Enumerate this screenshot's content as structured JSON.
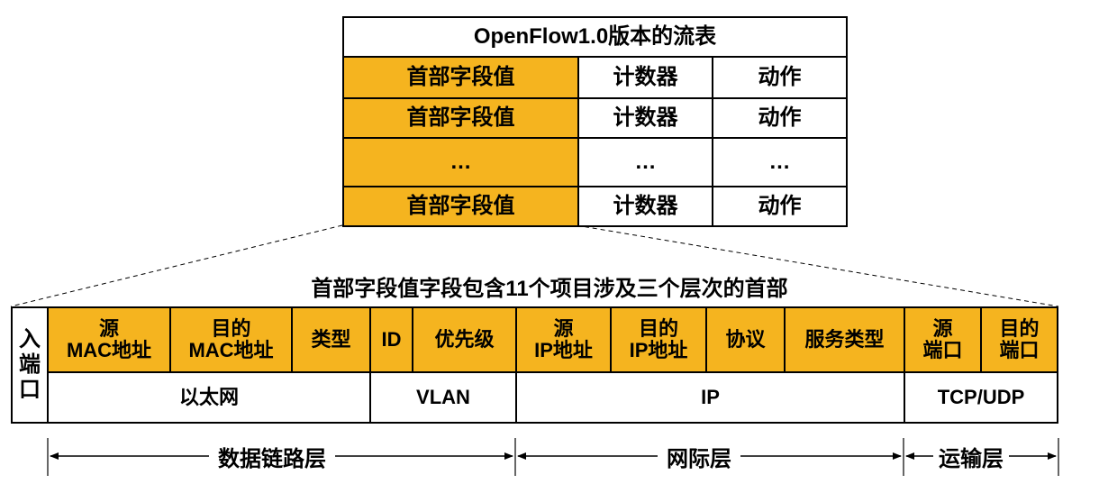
{
  "flow_table": {
    "title": "OpenFlow1.0版本的流表",
    "rows": [
      {
        "header": "首部字段值",
        "counter": "计数器",
        "action": "动作"
      },
      {
        "header": "首部字段值",
        "counter": "计数器",
        "action": "动作"
      },
      {
        "header": "…",
        "counter": "…",
        "action": "…"
      },
      {
        "header": "首部字段值",
        "counter": "计数器",
        "action": "动作"
      }
    ]
  },
  "header_fields": {
    "caption": "首部字段值字段包含11个项目涉及三个层次的首部",
    "in_port": "入端口",
    "fields": [
      {
        "line1": "源",
        "line2": "MAC地址"
      },
      {
        "line1": "目的",
        "line2": "MAC地址"
      },
      {
        "line1": "类型",
        "line2": ""
      },
      {
        "line1": "ID",
        "line2": ""
      },
      {
        "line1": "优先级",
        "line2": ""
      },
      {
        "line1": "源",
        "line2": "IP地址"
      },
      {
        "line1": "目的",
        "line2": "IP地址"
      },
      {
        "line1": "协议",
        "line2": ""
      },
      {
        "line1": "服务类型",
        "line2": ""
      },
      {
        "line1": "源",
        "line2": "端口"
      },
      {
        "line1": "目的",
        "line2": "端口"
      }
    ],
    "groups": [
      "以太网",
      "VLAN",
      "IP",
      "TCP/UDP"
    ]
  },
  "layers": [
    "数据链路层",
    "网际层",
    "运输层"
  ],
  "colors": {
    "field_fill": "#f5b41f",
    "border": "#000000"
  }
}
